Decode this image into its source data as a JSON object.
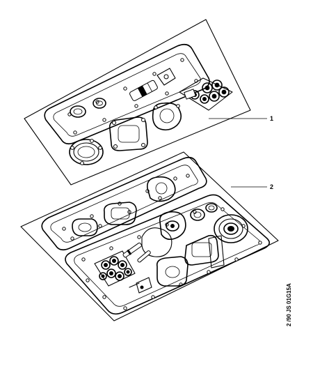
{
  "diagram": {
    "callouts": [
      {
        "id": "1",
        "label": "1"
      },
      {
        "id": "2",
        "label": "2"
      }
    ],
    "reference_code": "2 /90  JS  01G15A"
  }
}
